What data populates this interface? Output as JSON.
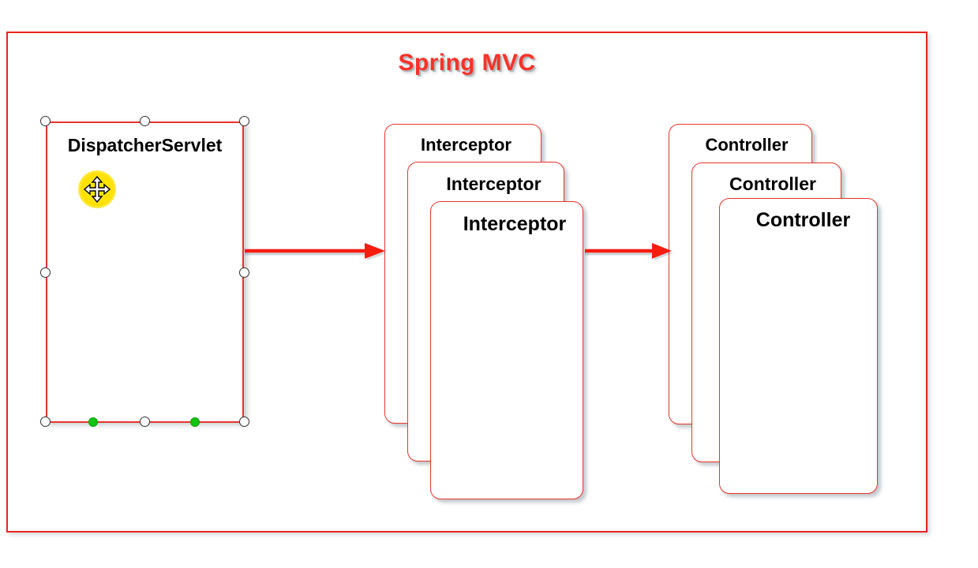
{
  "diagram": {
    "title": "Spring MVC",
    "title_color": "#f8322a",
    "frame_border_color": "#e8261c",
    "background_color": "#ffffff",
    "card_border_color": "#e8352b",
    "card_fill_color": "#ffffff",
    "arrow_color": "#f51d10",
    "handle_fill_color": "#ffffff",
    "handle_border_color": "#303030",
    "handle_green_color": "#12c312",
    "cursor_glow_color": "#ffe400"
  },
  "shapes": {
    "dispatcher": {
      "label": "DispatcherServlet",
      "selected": true
    },
    "interceptors": [
      {
        "label": "Interceptor"
      },
      {
        "label": "Interceptor"
      },
      {
        "label": "Interceptor"
      }
    ],
    "controllers": [
      {
        "label": "Controller"
      },
      {
        "label": "Controller"
      },
      {
        "label": "Controller"
      }
    ]
  },
  "connectors": [
    {
      "name": "dispatcher-to-interceptor"
    },
    {
      "name": "interceptor-to-controller"
    }
  ],
  "cursor": {
    "icon": "move-cursor-icon"
  }
}
